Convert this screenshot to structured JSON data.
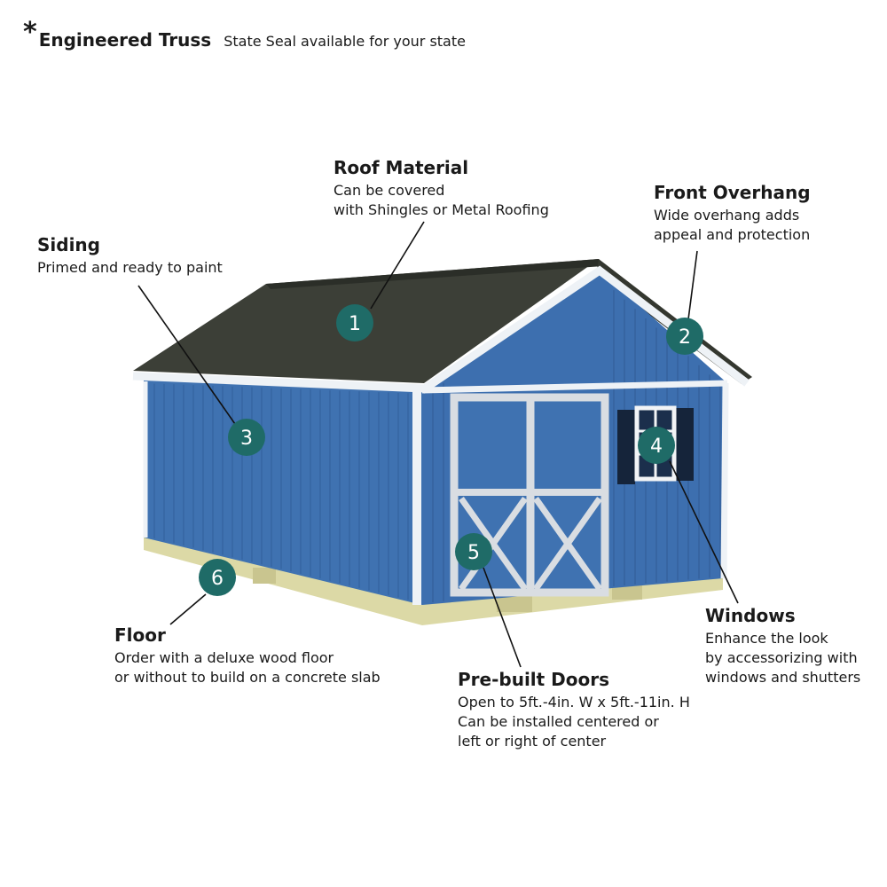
{
  "header": {
    "asterisk": "*",
    "title": "Engineered Truss",
    "note": "State Seal available for your state"
  },
  "callouts": [
    {
      "number": "1",
      "title": "Roof Material",
      "lines": [
        "Can be covered",
        "with Shingles or Metal Roofing"
      ]
    },
    {
      "number": "2",
      "title": "Front Overhang",
      "lines": [
        "Wide overhang adds",
        "appeal and protection"
      ]
    },
    {
      "number": "3",
      "title": "Siding",
      "lines": [
        "Primed and ready to paint"
      ]
    },
    {
      "number": "4",
      "title": "Windows",
      "lines": [
        "Enhance the look",
        "by accessorizing with",
        "windows and shutters"
      ]
    },
    {
      "number": "5",
      "title": "Pre-built Doors",
      "lines": [
        "Open to 5ft.-4in. W x 5ft.-11in. H",
        "Can be installed centered or",
        "left or right of center"
      ]
    },
    {
      "number": "6",
      "title": "Floor",
      "lines": [
        "Order with a deluxe wood floor",
        "or without to build on a concrete slab"
      ]
    }
  ],
  "colors": {
    "siding": "#3f72b1",
    "trim": "#eef2f6",
    "roof": "#3c3f37",
    "shutter": "#15243a",
    "foundation": "#dcd9a6",
    "marker": "#1f6b67"
  }
}
